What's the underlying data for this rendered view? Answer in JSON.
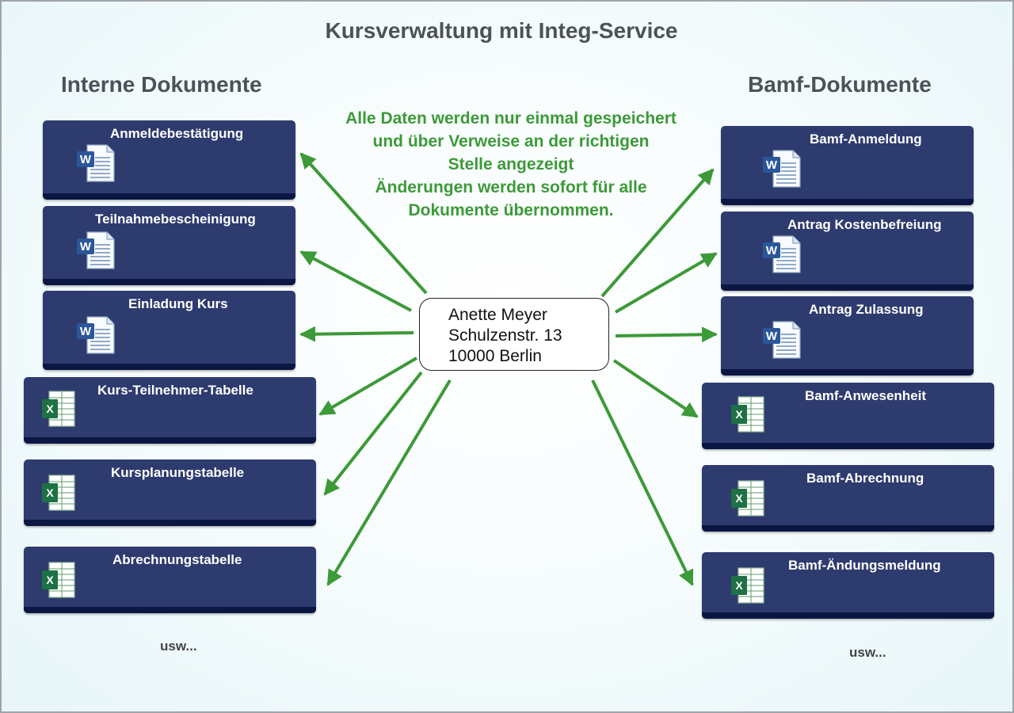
{
  "title": "Kursverwaltung mit Integ-Service",
  "left_heading": "Interne Dokumente",
  "right_heading": "Bamf-Dokumente",
  "notice_lines": [
    "Alle Daten werden nur einmal gespeichert",
    "und über Verweise an der richtigen",
    "Stelle angezeigt",
    "Änderungen werden sofort für alle",
    "Dokumente übernommen."
  ],
  "address": {
    "name": "Anette Meyer",
    "street": "Schulzenstr. 13",
    "city": "10000 Berlin"
  },
  "left_documents": [
    {
      "label": "Anmeldebestätigung",
      "icon": "word-document-icon"
    },
    {
      "label": "Teilnahmebescheinigung",
      "icon": "word-document-icon"
    },
    {
      "label": "Einladung Kurs",
      "icon": "word-document-icon"
    },
    {
      "label": "Kurs-Teilnehmer-Tabelle",
      "icon": "excel-spreadsheet-icon"
    },
    {
      "label": "Kursplanungstabelle",
      "icon": "excel-spreadsheet-icon"
    },
    {
      "label": "Abrechnungstabelle",
      "icon": "excel-spreadsheet-icon"
    }
  ],
  "right_documents": [
    {
      "label": "Bamf-Anmeldung",
      "icon": "word-document-icon"
    },
    {
      "label": "Antrag Kostenbefreiung",
      "icon": "word-document-icon"
    },
    {
      "label": "Antrag Zulassung",
      "icon": "word-document-icon"
    },
    {
      "label": "Bamf-Anwesenheit",
      "icon": "excel-spreadsheet-icon"
    },
    {
      "label": "Bamf-Abrechnung",
      "icon": "excel-spreadsheet-icon"
    },
    {
      "label": "Bamf-Ändungsmeldung",
      "icon": "excel-spreadsheet-icon"
    }
  ],
  "more_left": "usw...",
  "more_right": "usw...",
  "colors": {
    "card": "#2e3b6e",
    "card_edge": "#0b1642",
    "arrow": "#3c9a38",
    "notice": "#3c9a38",
    "heading": "#4c5257"
  }
}
